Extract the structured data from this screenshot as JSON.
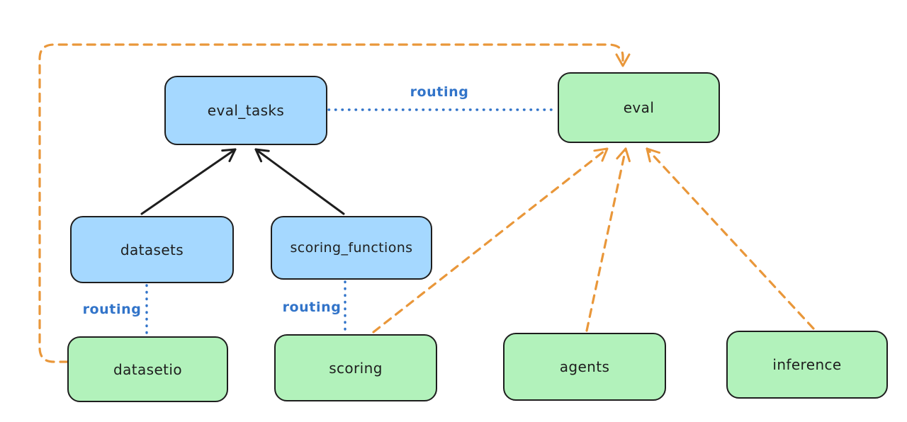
{
  "diagram": {
    "nodes": {
      "eval_tasks": {
        "label": "eval_tasks",
        "fill": "blue"
      },
      "eval": {
        "label": "eval",
        "fill": "green"
      },
      "datasets": {
        "label": "datasets",
        "fill": "blue"
      },
      "scoring_functions": {
        "label": "scoring_functions",
        "fill": "blue"
      },
      "datasetio": {
        "label": "datasetio",
        "fill": "green"
      },
      "scoring": {
        "label": "scoring",
        "fill": "green"
      },
      "agents": {
        "label": "agents",
        "fill": "green"
      },
      "inference": {
        "label": "inference",
        "fill": "green"
      }
    },
    "edge_labels": {
      "eval_tasks_to_eval": "routing",
      "datasets_to_datasetio": "routing",
      "scoring_functions_to_scoring": "routing"
    },
    "edges": [
      {
        "from": "datasets",
        "to": "eval_tasks",
        "style": "solid",
        "color": "black",
        "arrow": true
      },
      {
        "from": "scoring_functions",
        "to": "eval_tasks",
        "style": "solid",
        "color": "black",
        "arrow": true
      },
      {
        "from": "eval_tasks",
        "to": "eval",
        "style": "dotted",
        "color": "blue",
        "arrow": false,
        "label": "routing"
      },
      {
        "from": "datasets",
        "to": "datasetio",
        "style": "dotted",
        "color": "blue",
        "arrow": false,
        "label": "routing"
      },
      {
        "from": "scoring_functions",
        "to": "scoring",
        "style": "dotted",
        "color": "blue",
        "arrow": false,
        "label": "routing"
      },
      {
        "from": "datasetio",
        "to": "eval",
        "style": "dashed",
        "color": "orange",
        "arrow": true
      },
      {
        "from": "scoring",
        "to": "eval",
        "style": "dashed",
        "color": "orange",
        "arrow": true
      },
      {
        "from": "agents",
        "to": "eval",
        "style": "dashed",
        "color": "orange",
        "arrow": true
      },
      {
        "from": "inference",
        "to": "eval",
        "style": "dashed",
        "color": "orange",
        "arrow": true
      }
    ],
    "colors": {
      "node_blue_fill": "#a5d8ff",
      "node_green_fill": "#b2f2bb",
      "node_stroke": "#1e1e1e",
      "routing_blue": "#3274c9",
      "provider_orange": "#e9973a",
      "background": "#ffffff"
    }
  }
}
